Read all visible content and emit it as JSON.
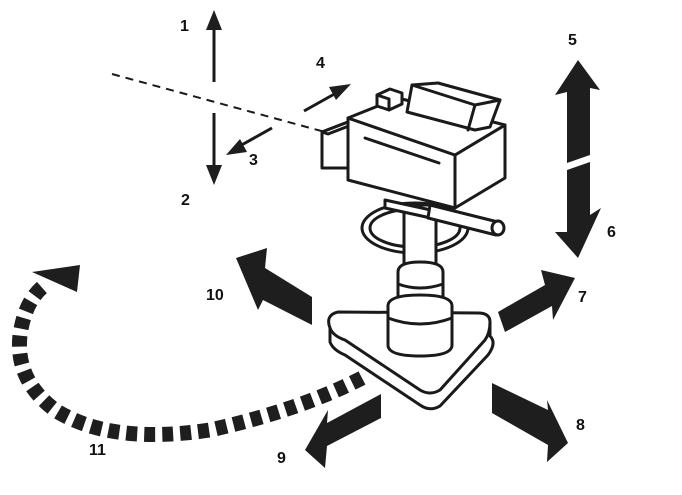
{
  "diagram": {
    "title": "Camera movement directions",
    "subject": "video camera on pedestal dolly",
    "colors": {
      "ink": "#1e1e1e",
      "background": "#ffffff"
    },
    "labels": [
      {
        "id": "1",
        "text": "1",
        "meaning": "tilt/pedestal up (thin arrow)"
      },
      {
        "id": "2",
        "text": "2",
        "meaning": "down (thin arrow)"
      },
      {
        "id": "3",
        "text": "3",
        "meaning": "backward along lens axis"
      },
      {
        "id": "4",
        "text": "4",
        "meaning": "forward along lens axis"
      },
      {
        "id": "5",
        "text": "5",
        "meaning": "pedestal up"
      },
      {
        "id": "6",
        "text": "6",
        "meaning": "pedestal down"
      },
      {
        "id": "7",
        "text": "7",
        "meaning": "truck right-forward"
      },
      {
        "id": "8",
        "text": "8",
        "meaning": "truck right-back"
      },
      {
        "id": "9",
        "text": "9",
        "meaning": "dolly back-left"
      },
      {
        "id": "10",
        "text": "10",
        "meaning": "dolly forward-left"
      },
      {
        "id": "11",
        "text": "11",
        "meaning": "arc around subject (dashed curved arrow)"
      }
    ]
  }
}
